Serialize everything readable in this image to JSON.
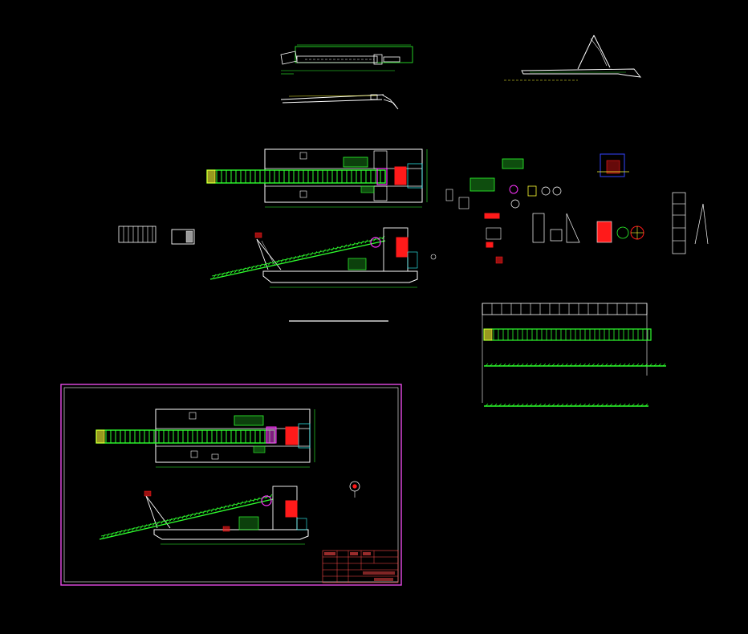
{
  "palette": {
    "background": "#000000",
    "white": "#ffffff",
    "green": "#2eff2e",
    "yellow": "#ffff33",
    "red": "#ff1a1a",
    "magenta": "#ff33ff",
    "cyan": "#33ffff",
    "frame": "#e64ae6"
  },
  "views": [
    {
      "id": "top-plan-view",
      "label": ""
    },
    {
      "id": "side-elevation-view",
      "label": ""
    },
    {
      "id": "crane-elevation-view",
      "label": ""
    },
    {
      "id": "deck-plan-view",
      "label": ""
    },
    {
      "id": "hull-profile-view",
      "label": ""
    },
    {
      "id": "conveyor-detail-view",
      "label": ""
    },
    {
      "id": "component-details",
      "label": ""
    },
    {
      "id": "drawing-sheet",
      "label": ""
    }
  ],
  "title_block": {
    "rows": [
      [
        "",
        "",
        "",
        ""
      ],
      [
        "",
        "",
        "",
        ""
      ],
      [
        "",
        "",
        "",
        ""
      ],
      [
        "",
        "",
        "",
        ""
      ],
      [
        "",
        "",
        "",
        ""
      ]
    ]
  }
}
